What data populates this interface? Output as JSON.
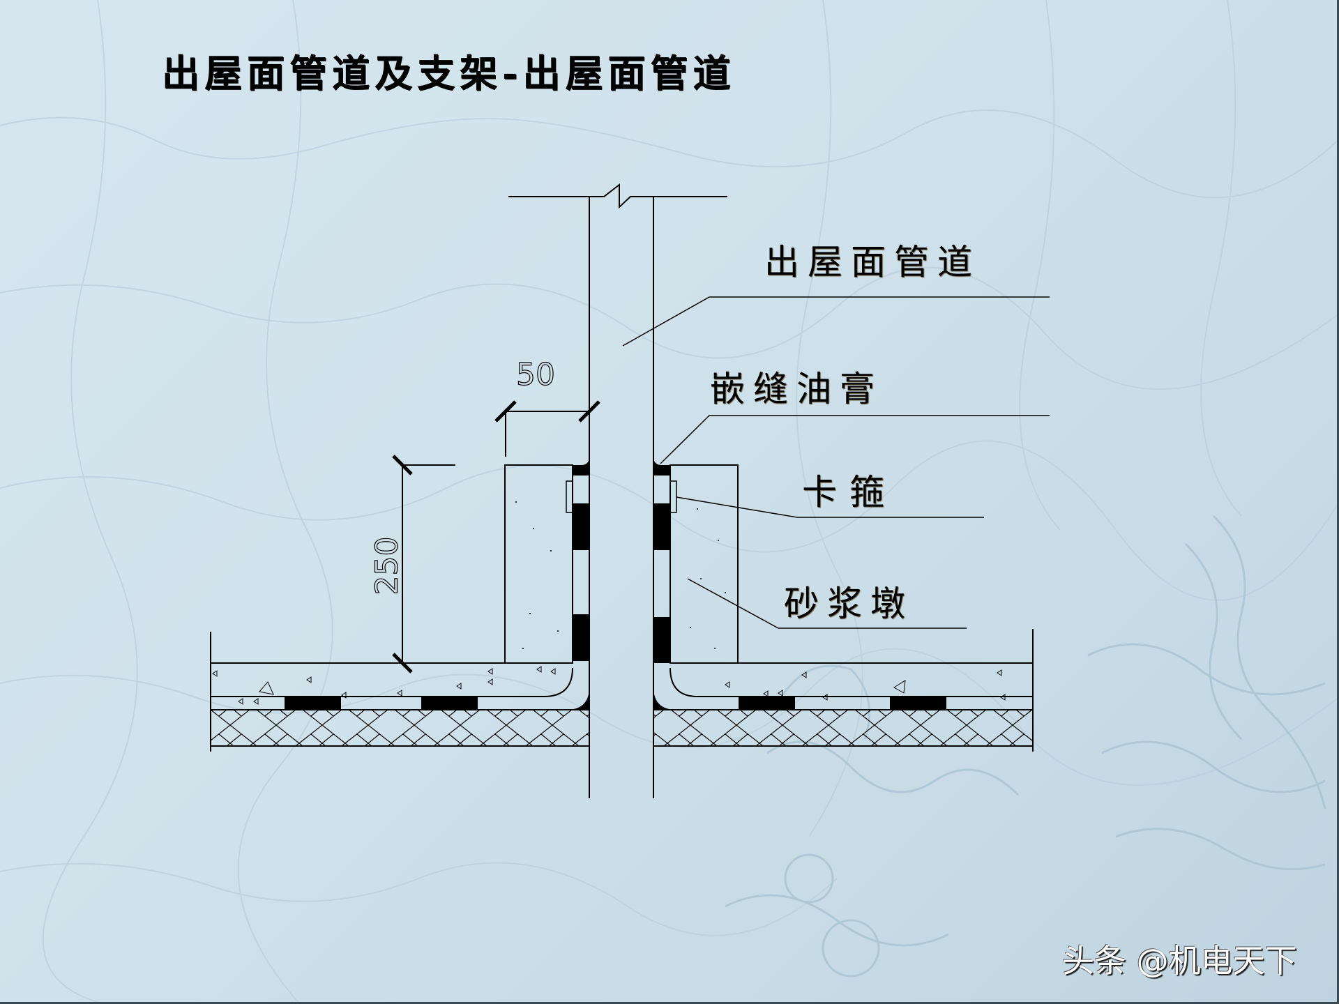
{
  "slide": {
    "title": "出屋面管道及支架-出屋面管道",
    "background_color": "#cfe1ea",
    "line_color": "#000000"
  },
  "labels": {
    "pipe": "出屋面管道",
    "sealant": "嵌缝油膏",
    "clamp": "卡箍",
    "mortar_pier": "砂浆墩"
  },
  "dimensions": {
    "width": "50",
    "height": "250"
  },
  "watermark": "头条 @机电天下"
}
